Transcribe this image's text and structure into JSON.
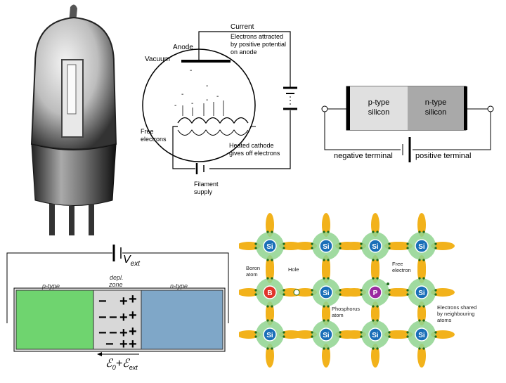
{
  "tube_diagram": {
    "current": "Current",
    "anode": "Anode",
    "attracted": [
      "Electrons attracted",
      "by positive potential",
      "on anode"
    ],
    "vacuum": "Vacuum",
    "free": [
      "Free",
      "electrons"
    ],
    "cathode": [
      "Heated cathode",
      "gives off electrons"
    ],
    "filament": [
      "Filament",
      "supply"
    ]
  },
  "diode_block": {
    "p_type": [
      "p-type",
      "silicon"
    ],
    "n_type": [
      "n-type",
      "silicon"
    ],
    "negative_terminal": "negative terminal",
    "positive_terminal": "positive terminal"
  },
  "junction": {
    "p_type": "p-type",
    "depl": [
      "depl.",
      "zone"
    ],
    "n_type": "n-type",
    "vext": "V",
    "vext_sub": "ext",
    "field": "ℰ",
    "field_sub0": "0",
    "field_plus": "+ℰ",
    "field_sub_ext": "ext",
    "colors": {
      "p": "#6fd46f",
      "depl": "#d8d8d8",
      "n": "#7fa7c8"
    }
  },
  "lattice": {
    "si": "Si",
    "boron": "B",
    "phosphorus": "P",
    "boron_label": [
      "Boron",
      "atom"
    ],
    "hole_label": "Hole",
    "free_label": [
      "Free",
      "electron"
    ],
    "phosphorus_label": [
      "Phosphorus",
      "atom"
    ],
    "shared_label": [
      "Electrons shared",
      "by neighbouring",
      "atoms"
    ],
    "colors": {
      "bond": "#f2b21b",
      "halo": "#8fd48f",
      "si": "#1a6fb8",
      "boron": "#e0342a",
      "phosphorus": "#9a2aa0"
    }
  }
}
